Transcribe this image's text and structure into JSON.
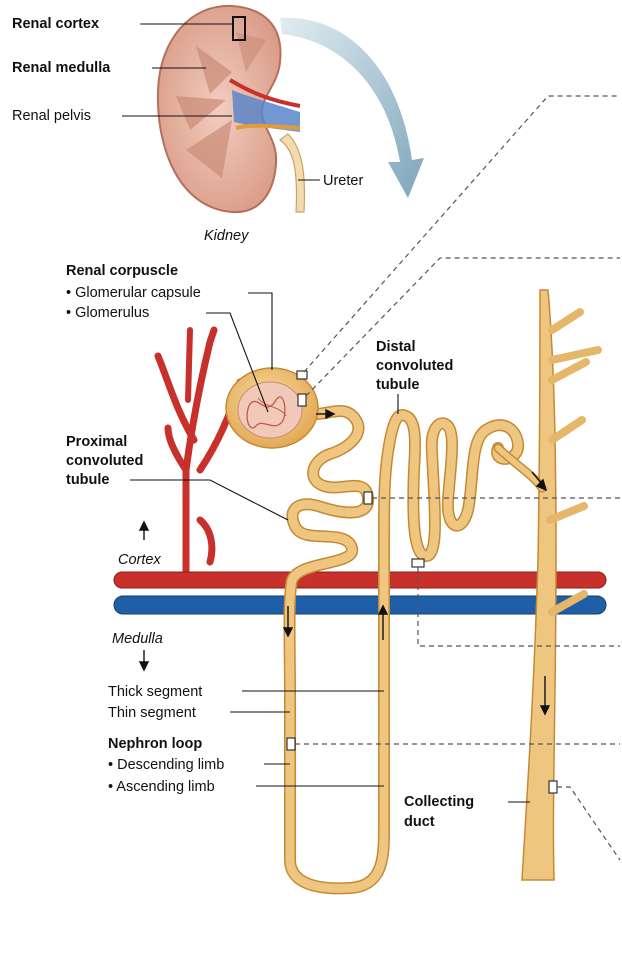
{
  "kidney": {
    "renal_cortex": "Renal cortex",
    "renal_medulla": "Renal medulla",
    "renal_pelvis": "Renal pelvis",
    "ureter": "Ureter",
    "caption": "Kidney"
  },
  "nephron": {
    "renal_corpuscle": "Renal corpuscle",
    "glomerular_capsule": "• Glomerular capsule",
    "glomerulus": "• Glomerulus",
    "distal_1": "Distal",
    "distal_2": "convoluted",
    "distal_3": "tubule",
    "proximal_1": "Proximal",
    "proximal_2": "convoluted",
    "proximal_3": "tubule",
    "cortex": "Cortex",
    "medulla": "Medulla",
    "thick_segment": "Thick segment",
    "thin_segment": "Thin segment",
    "nephron_loop": "Nephron loop",
    "descending_limb": "• Descending limb",
    "ascending_limb": "• Ascending limb",
    "collecting_1": "Collecting",
    "collecting_2": "duct"
  },
  "colors": {
    "tubule": "#efc680",
    "tubule_outline": "#c48a35",
    "artery": "#c8302c",
    "vein": "#1f5fa8",
    "kidney_tissue": "#e9b09c",
    "arrow_blue": "#7fa6b8"
  }
}
